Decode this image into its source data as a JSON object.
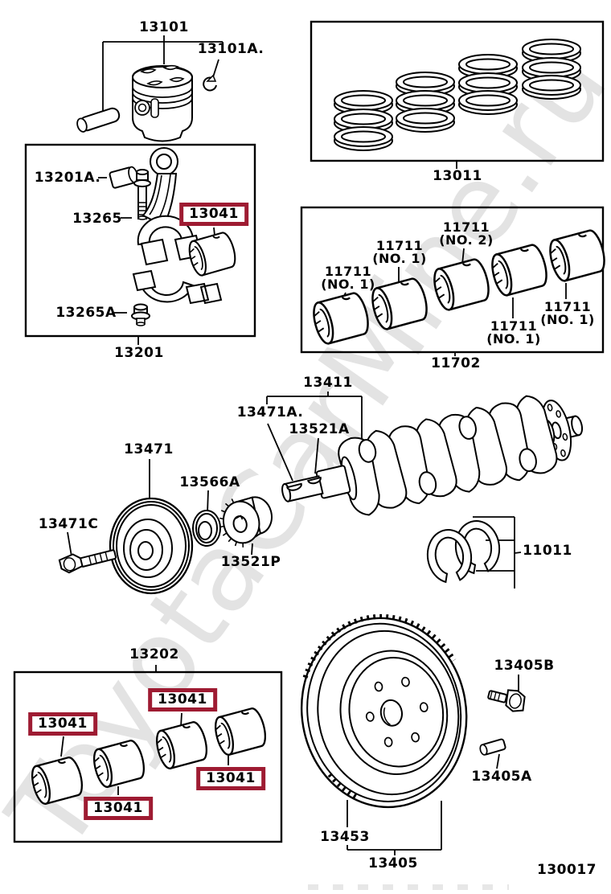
{
  "watermark": "ToyotaCarMine.ru",
  "diagram_number": "130017",
  "colors": {
    "highlight": "#9e1b32",
    "line": "#000000",
    "watermark_gray": "#e3e3e3",
    "background": "#ffffff"
  },
  "labels": {
    "piston": "13101",
    "piston_pin_snap_ring": "13101A.",
    "piston_ring_set": "13011",
    "conrod_small_end_bushing": "13201A.",
    "conrod_bolt": "13265",
    "conrod_bearing": "13041",
    "conrod_nut": "13265A",
    "conrod_subassembly": "13201",
    "main_bearing": "11711",
    "main_bearing_no1": "(NO. 1)",
    "main_bearing_no2": "(NO. 2)",
    "main_bearing_set": "11702",
    "crankshaft": "13411",
    "semicircular_key_front": "13471A.",
    "semicircular_key_gear": "13521A",
    "crankshaft_pulley": "13471",
    "front_oil_seal": "13566A",
    "pulley_bolt": "13471C",
    "crankshaft_timing_gear": "13521P",
    "thrust_washer_set": "11011",
    "crankshaft_bearing_set": "13202",
    "flywheel_bolt": "13405B",
    "flywheel_dowel_pin": "13405A",
    "ring_gear": "13453",
    "flywheel": "13405"
  }
}
